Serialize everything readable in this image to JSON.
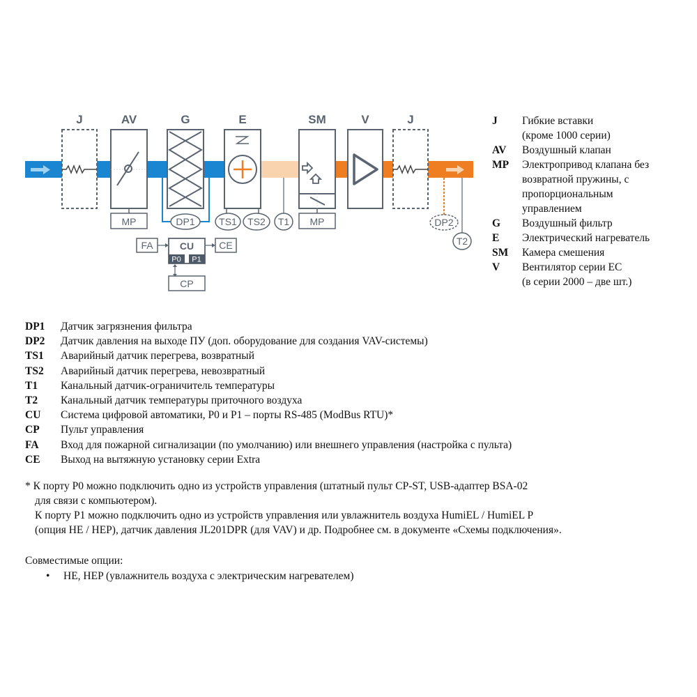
{
  "diagram": {
    "components": [
      {
        "id": "J1",
        "label": "J"
      },
      {
        "id": "AV",
        "label": "AV"
      },
      {
        "id": "G",
        "label": "G"
      },
      {
        "id": "E",
        "label": "E"
      },
      {
        "id": "SM",
        "label": "SM"
      },
      {
        "id": "V",
        "label": "V"
      },
      {
        "id": "J2",
        "label": "J"
      }
    ],
    "sensors": {
      "mp1": "MP",
      "dp1": "DP1",
      "ts1": "TS1",
      "ts2": "TS2",
      "t1": "T1",
      "mp2": "MP",
      "dp2": "DP2",
      "t2": "T2"
    },
    "control": {
      "fa": "FA",
      "cu": "CU",
      "ce": "CE",
      "p0": "P0",
      "p1": "P1",
      "cp": "CP"
    },
    "colors": {
      "cold_air": "#1a85d0",
      "heated_air": "#f9d3ae",
      "supply_air": "#ef7d22",
      "outline": "#5a6470",
      "port_fill": "#4e5a67"
    }
  },
  "legend_right": [
    {
      "key": "J",
      "text": "Гибкие вставки"
    },
    {
      "key": "",
      "text": "(кроме 1000 серии)"
    },
    {
      "key": "AV",
      "text": "Воздушный клапан"
    },
    {
      "key": "MP",
      "text": "Электропривод клапана без"
    },
    {
      "key": "",
      "text": "возвратной пружины, с"
    },
    {
      "key": "",
      "text": "пропорциональным"
    },
    {
      "key": "",
      "text": "управлением"
    },
    {
      "key": "G",
      "text": "Воздушный фильтр"
    },
    {
      "key": "E",
      "text": "Электрический нагреватель"
    },
    {
      "key": "SM",
      "text": "Камера смешения"
    },
    {
      "key": "V",
      "text": "Вентилятор серии EC"
    },
    {
      "key": "",
      "text": "(в серии 2000 – две шт.)"
    }
  ],
  "legend_bottom": [
    {
      "key": "DP1",
      "text": "Датчик загрязнения фильтра"
    },
    {
      "key": "DP2",
      "text": "Датчик давления на выходе ПУ (доп. оборудование для создания VAV-системы)"
    },
    {
      "key": "TS1",
      "text": "Аварийный датчик перегрева, возвратный"
    },
    {
      "key": "TS2",
      "text": "Аварийный датчик перегрева, невозвратный"
    },
    {
      "key": "T1",
      "text": "Канальный датчик-ограничитель температуры"
    },
    {
      "key": "T2",
      "text": "Канальный датчик температуры приточного воздуха"
    },
    {
      "key": "CU",
      "text": "Система цифровой автоматики, P0 и P1 – порты RS-485 (ModBus RTU)*"
    },
    {
      "key": "CP",
      "text": "Пульт управления"
    },
    {
      "key": "FA",
      "text": "Вход для пожарной сигнализации (по умолчанию) или внешнего управления (настройка с пульта)"
    },
    {
      "key": "CE",
      "text": "Выход на вытяжную установку серии Extra"
    }
  ],
  "note": {
    "lines": [
      "* К порту P0 можно подключить одно из устройств управления (штатный пульт CP-ST, USB-адаптер BSA-02",
      "для связи с компьютером).",
      "К порту P1 можно подключить одно из устройств управления или увлажнитель воздуха HumiEL /  HumiEL P",
      "(опция HE / HEP), датчик давления JL201DPR (для VAV) и др. Подробнее см. в документе «Схемы подключения»."
    ]
  },
  "compat": {
    "title": "Совместимые опции:",
    "bullet": "•",
    "items": [
      "HE, HEP (увлажнитель воздуха с электрическим нагревателем)"
    ]
  }
}
